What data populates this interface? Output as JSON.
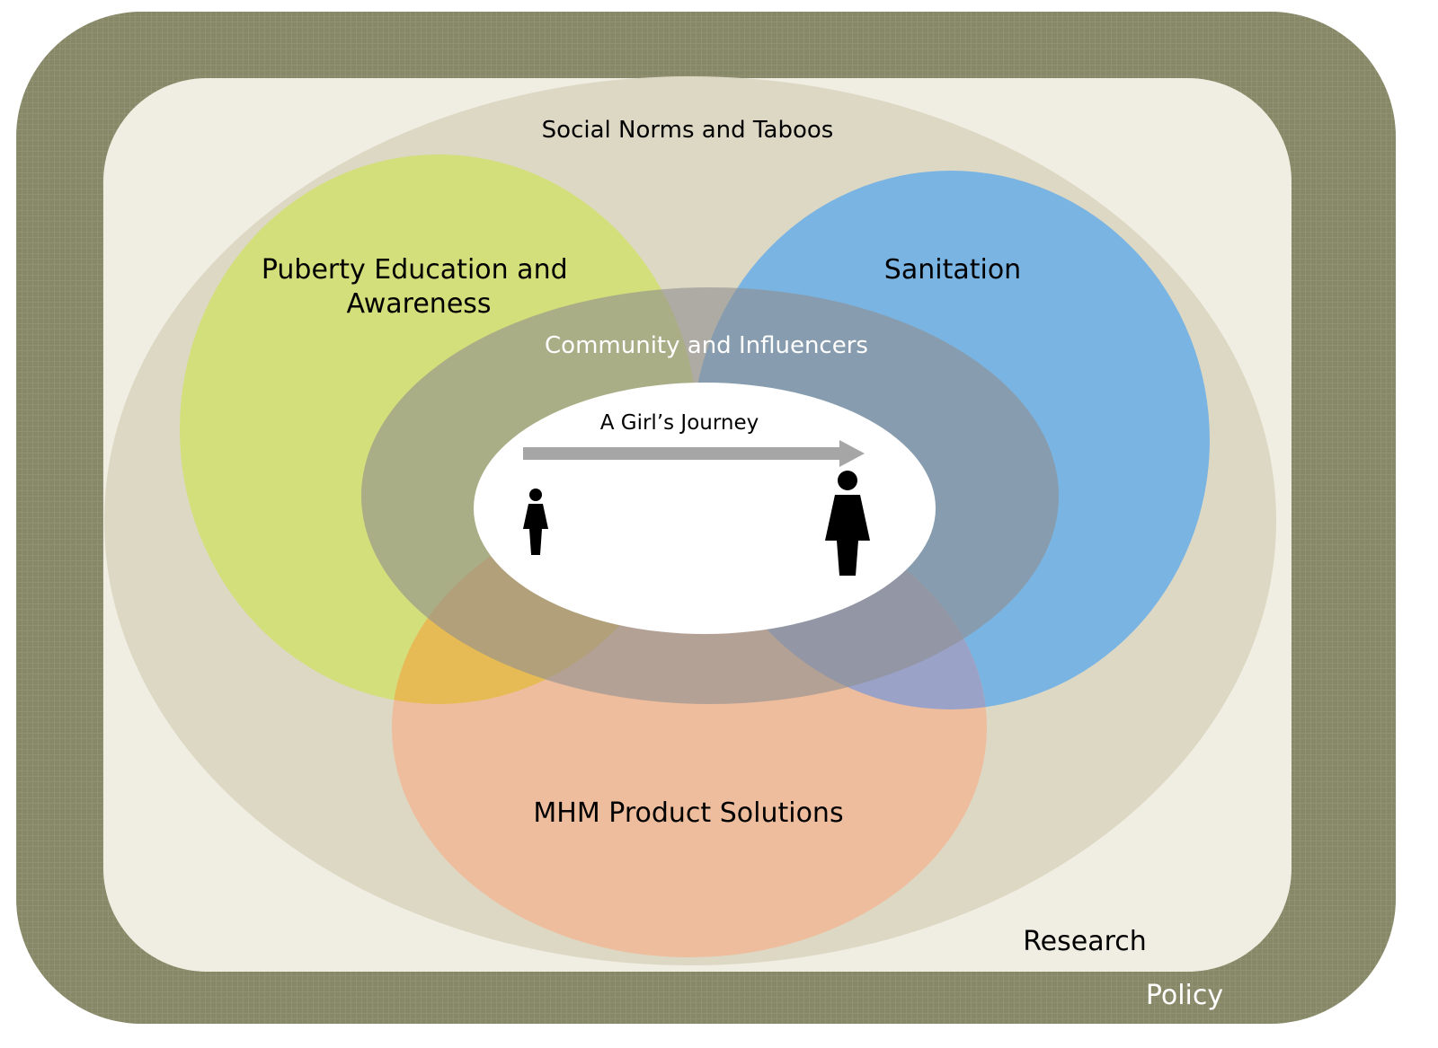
{
  "diagram": {
    "layers": {
      "policy": {
        "label": "Policy",
        "color": "#878867",
        "label_color": "#ffffff"
      },
      "research": {
        "label": "Research",
        "color": "#f0eee2",
        "label_color": "#000000"
      },
      "social_norms": {
        "label": "Social Norms and Taboos",
        "color": "#ddd8c4",
        "label_color": "#000000"
      },
      "puberty_education": {
        "label_lines": [
          "Puberty Education and",
          "Awareness"
        ],
        "color": "#d3df7a",
        "label_color": "#000000"
      },
      "sanitation": {
        "label": "Sanitation",
        "color": "#7ab4e2",
        "label_color": "#000000"
      },
      "mhm_products": {
        "label": "MHM Product Solutions",
        "color": "#f0b897",
        "label_color": "#000000"
      },
      "community": {
        "label": "Community and Influencers",
        "color": "#8f8f8f",
        "label_color": "#ffffff"
      },
      "girls_journey": {
        "label": "A Girl’s Journey",
        "color": "#ffffff",
        "label_color": "#000000",
        "arrow_color": "#a6a6a6"
      }
    },
    "figures": [
      {
        "name": "girl-figure",
        "stage": "girl"
      },
      {
        "name": "woman-figure",
        "stage": "woman"
      }
    ]
  }
}
